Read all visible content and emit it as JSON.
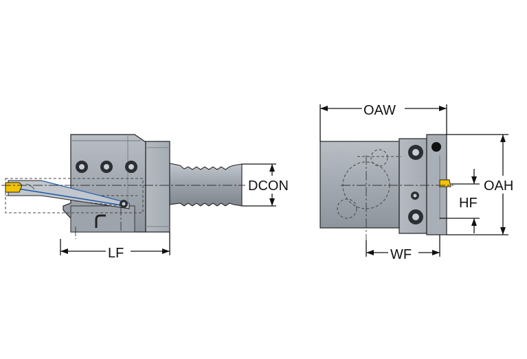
{
  "dimensions": {
    "lf": "LF",
    "dcon": "DCON",
    "oaw": "OAW",
    "oah": "OAH",
    "hf": "HF",
    "wf": "WF"
  },
  "colors": {
    "body_gray": "#aab0b8",
    "body_dark": "#8d949c",
    "insert_yellow": "#f2c300",
    "outline": "#222222"
  }
}
